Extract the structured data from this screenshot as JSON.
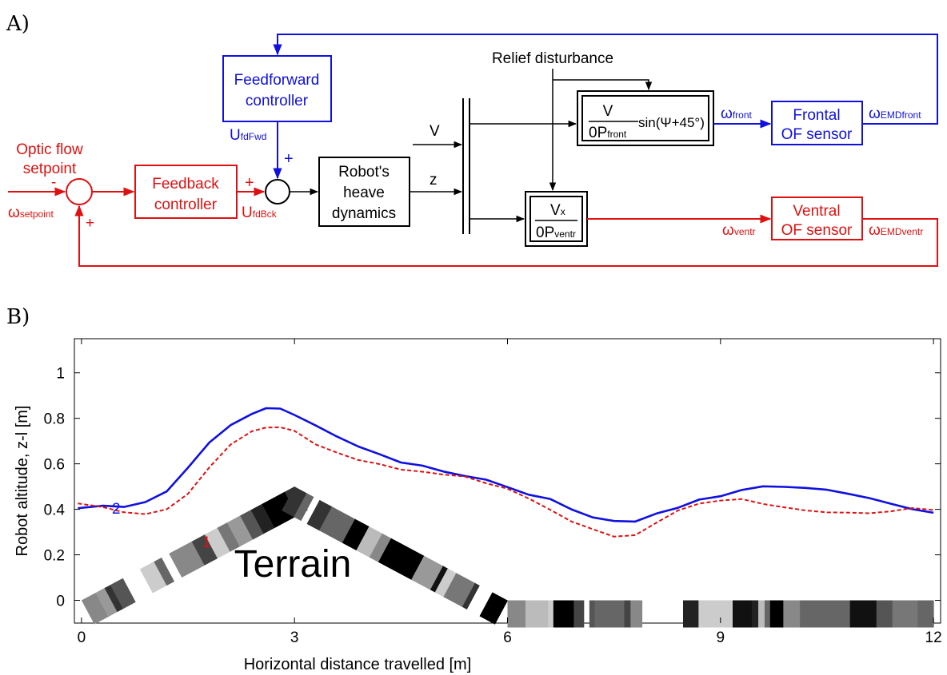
{
  "panel_a": {
    "label": "A)",
    "blocks": {
      "feedforward": [
        "Feedforward",
        "controller"
      ],
      "feedback": [
        "Feedback",
        "controller"
      ],
      "robot": [
        "Robot's",
        "heave",
        "dynamics"
      ],
      "frontal_sensor": [
        "Frontal",
        "OF sensor"
      ],
      "ventral_sensor": [
        "Ventral",
        "OF sensor"
      ],
      "frontal_tf": {
        "num": "V",
        "den": "0P",
        "den_sub": "front",
        "tail": "sin(Ψ+45°)"
      },
      "ventral_tf": {
        "num": "V",
        "num_sub": "x",
        "den": "0P",
        "den_sub": "ventr"
      }
    },
    "labels": {
      "relief": "Relief disturbance",
      "setpoint": [
        "Optic flow",
        "setpoint"
      ],
      "omega_setpoint": {
        "main": "ω",
        "sub": "setpoint"
      },
      "u_fdfwd": {
        "main": "U",
        "sub": "fdFwd"
      },
      "u_fdbck": {
        "main": "U",
        "sub": "fdBck"
      },
      "v": "V",
      "z": "z",
      "omega_front": {
        "main": "ω",
        "sub": "front"
      },
      "omega_ventr": {
        "main": "ω",
        "sub": "ventr"
      },
      "omega_emd_front": {
        "main": "ω",
        "sub": "EMDfront"
      },
      "omega_emd_ventr": {
        "main": "ω",
        "sub": "EMDventr"
      },
      "minus": "-",
      "plus": "+"
    },
    "colors": {
      "feedforward": "#1010e0",
      "feedback": "#e01010",
      "neutral": "#000000"
    }
  },
  "panel_b": {
    "label": "B)",
    "terrain_label": "Terrain",
    "curve_label_1": "1",
    "curve_label_2": "2"
  },
  "chart_data": {
    "type": "line",
    "xlabel": "Horizontal distance travelled [m]",
    "ylabel": "Robot altitude, z-l [m]",
    "xlim": [
      -0.1,
      12.1
    ],
    "ylim": [
      -0.1,
      1.15
    ],
    "xticks": [
      0,
      3,
      6,
      9,
      12
    ],
    "yticks": [
      0,
      0.2,
      0.4,
      0.6,
      0.8,
      1
    ],
    "grid": false,
    "series": [
      {
        "name": "2",
        "color": "#1010e0",
        "style": "solid",
        "x": [
          -0.05,
          0.3,
          0.6,
          0.9,
          1.2,
          1.5,
          1.8,
          2.1,
          2.4,
          2.6,
          2.8,
          3.0,
          3.3,
          3.6,
          3.9,
          4.2,
          4.5,
          4.8,
          5.1,
          5.4,
          5.7,
          6.0,
          6.3,
          6.6,
          6.9,
          7.2,
          7.5,
          7.8,
          8.1,
          8.4,
          8.7,
          9.0,
          9.3,
          9.6,
          9.9,
          10.2,
          10.5,
          10.8,
          11.1,
          11.4,
          11.7,
          12.0
        ],
        "values": [
          0.41,
          0.41,
          0.41,
          0.43,
          0.48,
          0.58,
          0.69,
          0.77,
          0.82,
          0.84,
          0.84,
          0.82,
          0.77,
          0.72,
          0.67,
          0.64,
          0.61,
          0.59,
          0.57,
          0.55,
          0.53,
          0.5,
          0.47,
          0.44,
          0.4,
          0.37,
          0.35,
          0.35,
          0.38,
          0.41,
          0.44,
          0.46,
          0.48,
          0.5,
          0.5,
          0.49,
          0.49,
          0.47,
          0.45,
          0.42,
          0.4,
          0.39
        ]
      },
      {
        "name": "1",
        "color": "#e01010",
        "style": "dashed",
        "x": [
          -0.05,
          0.3,
          0.6,
          0.9,
          1.2,
          1.5,
          1.8,
          2.1,
          2.4,
          2.6,
          2.8,
          3.0,
          3.3,
          3.6,
          3.9,
          4.2,
          4.5,
          4.8,
          5.1,
          5.4,
          5.7,
          6.0,
          6.3,
          6.6,
          6.9,
          7.2,
          7.5,
          7.8,
          8.1,
          8.4,
          8.7,
          9.0,
          9.3,
          9.6,
          9.9,
          10.2,
          10.5,
          10.8,
          11.1,
          11.4,
          11.7,
          12.0
        ],
        "values": [
          0.43,
          0.41,
          0.39,
          0.38,
          0.4,
          0.47,
          0.59,
          0.69,
          0.74,
          0.76,
          0.76,
          0.74,
          0.69,
          0.65,
          0.62,
          0.6,
          0.58,
          0.57,
          0.55,
          0.54,
          0.52,
          0.49,
          0.45,
          0.4,
          0.35,
          0.31,
          0.28,
          0.29,
          0.34,
          0.39,
          0.42,
          0.44,
          0.44,
          0.42,
          0.41,
          0.4,
          0.39,
          0.39,
          0.38,
          0.39,
          0.4,
          0.4
        ]
      }
    ],
    "terrain": {
      "x": [
        0,
        3,
        6,
        12
      ],
      "values": [
        0,
        0.5,
        0,
        0
      ]
    }
  }
}
